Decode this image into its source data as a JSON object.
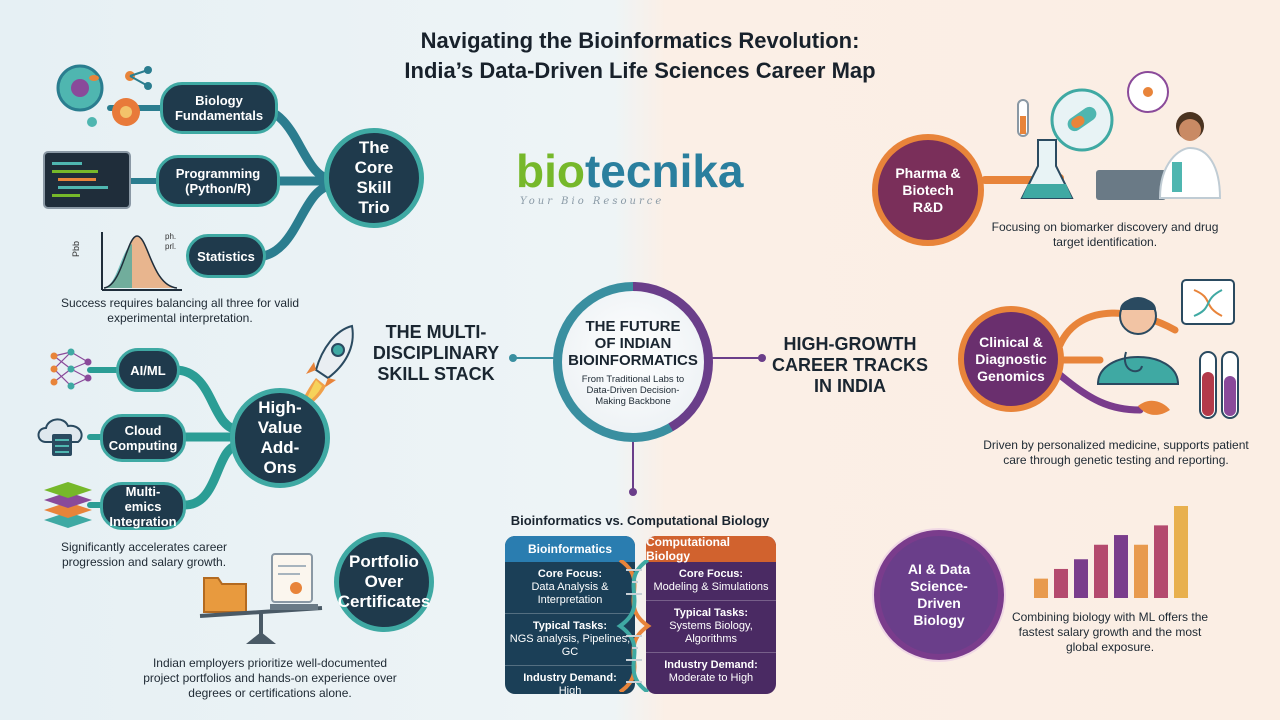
{
  "title": {
    "line1": "Navigating the Bioinformatics Revolution:",
    "line2": "India’s Data-Driven Life Sciences Career Map"
  },
  "brand": {
    "name_part1": "bio",
    "name_part2": "tecnika",
    "tagline": "Your Bio Resource"
  },
  "center": {
    "title_line1": "THE FUTURE",
    "title_line2": "OF INDIAN",
    "title_line3": "BIOINFORMATICS",
    "subtitle": "From Traditional Labs to Data-Driven Decision-Making Backbone"
  },
  "left_section_label": "THE MULTI-DISCIPLINARY SKILL STACK",
  "right_section_label": "HIGH-GROWTH CAREER TRACKS IN INDIA",
  "core": {
    "hub": "The Core Skill Trio",
    "items": [
      "Biology Fundamentals",
      "Programming (Python/R)",
      "Statistics"
    ],
    "note": "Success requires balancing all three for valid experimental interpretation.",
    "chart_labels": {
      "y": "Pbb",
      "legend1": "ph.",
      "legend2": "prl."
    }
  },
  "addons": {
    "hub": "High-Value Add-Ons",
    "items": [
      "AI/ML",
      "Cloud Computing",
      "Multi-emics Integration"
    ],
    "note": "Significantly accelerates career progression and salary growth."
  },
  "portfolio": {
    "hub": "Portfolio Over Certificates",
    "note": "Indian employers prioritize well-documented project portfolios and hands-on experience over degrees or certifications alone."
  },
  "careers": [
    {
      "label": "Pharma & Biotech R&D",
      "note": "Focusing on biomarker discovery and drug target identification."
    },
    {
      "label": "Clinical & Diagnostic Genomics",
      "note": "Driven by personalized medicine, supports patient care through genetic testing and reporting."
    },
    {
      "label": "AI & Data Science-Driven Biology",
      "note": "Combining biology with ML offers the fastest salary growth and the most global exposure."
    }
  ],
  "ai_bars": {
    "values": [
      2,
      3,
      4,
      5.5,
      6.5,
      5.5,
      7.5,
      9.5
    ],
    "colors": [
      "#e89a4e",
      "#b44a6e",
      "#7a3c8c",
      "#b44a6e",
      "#7a3c8c",
      "#e89a4e",
      "#b44a6e",
      "#e8b04e"
    ]
  },
  "comparison": {
    "heading": "Bioinformatics vs. Computational Biology",
    "left": {
      "title": "Bioinformatics",
      "rows": [
        {
          "key": "Core Focus:",
          "value": "Data Analysis & Interpretation"
        },
        {
          "key": "Typical Tasks:",
          "value": "NGS analysis, Pipelines, GC"
        },
        {
          "key": "Industry Demand:",
          "value": "High"
        }
      ]
    },
    "right": {
      "title": "Computational Biology",
      "rows": [
        {
          "key": "Core Focus:",
          "value": "Modeling & Simulations"
        },
        {
          "key": "Typical Tasks:",
          "value": "Systems Biology, Algorithms"
        },
        {
          "key": "Industry Demand:",
          "value": "Moderate to High"
        }
      ]
    }
  },
  "colors": {
    "teal": "#3fa9a3",
    "navy": "#1f3a4c",
    "orange": "#e8843a",
    "purple": "#6a3e8a"
  }
}
